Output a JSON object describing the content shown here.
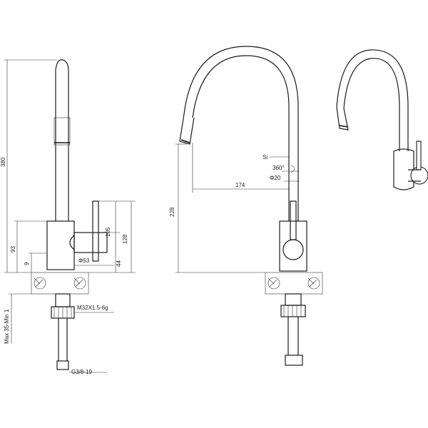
{
  "dimensions": {
    "left": {
      "height_total": "380",
      "base_to_lever": "93",
      "collar": "9",
      "body_lever": "105",
      "body_total": "128",
      "bottom": "44",
      "diameter": "Φ53",
      "thread": "M32X1.5-6g",
      "max_min": "Max 35-Min 1",
      "hose": "G3/8-19"
    },
    "middle": {
      "height": "228",
      "reach": "174",
      "rotation_label": "Si",
      "rotation": "360°",
      "spout_dia": "Φ20"
    }
  },
  "colors": {
    "line": "#1a1a1a",
    "background": "#ffffff"
  }
}
